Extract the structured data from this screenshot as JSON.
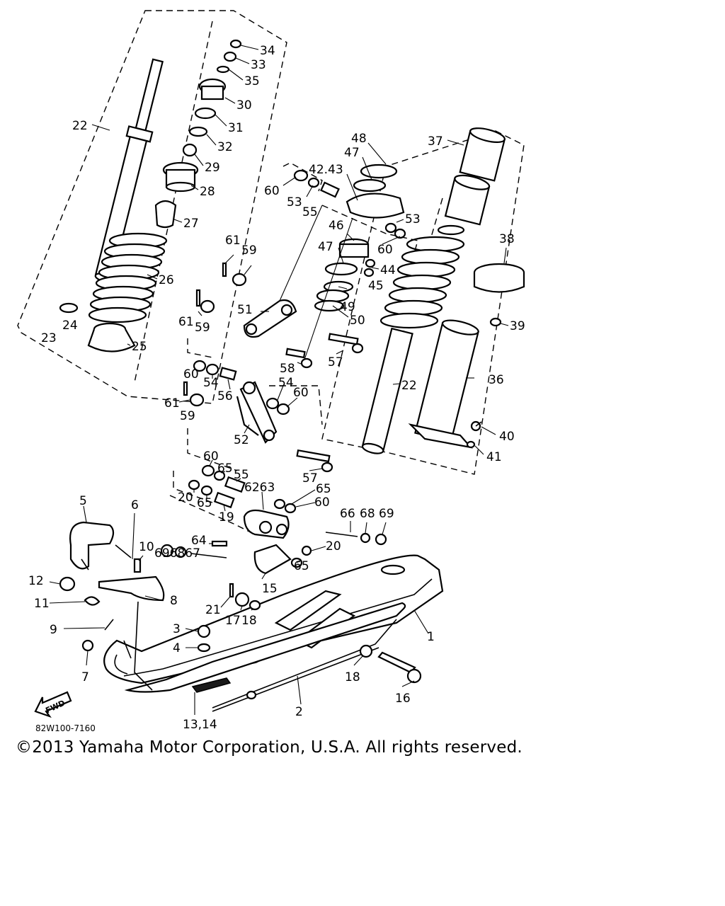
{
  "diagram": {
    "drawing_code": "82W100-7160",
    "copyright": "©2013 Yamaha Motor Corporation, U.S.A. All rights reserved.",
    "fwd_label": "FWD",
    "callouts": [
      {
        "id": "c34",
        "text": "34"
      },
      {
        "id": "c33",
        "text": "33"
      },
      {
        "id": "c35",
        "text": "35"
      },
      {
        "id": "c30",
        "text": "30"
      },
      {
        "id": "c31",
        "text": "31"
      },
      {
        "id": "c32",
        "text": "32"
      },
      {
        "id": "c29",
        "text": "29"
      },
      {
        "id": "c28",
        "text": "28"
      },
      {
        "id": "c27",
        "text": "27"
      },
      {
        "id": "c26",
        "text": "26"
      },
      {
        "id": "c25",
        "text": "25"
      },
      {
        "id": "c24",
        "text": "24"
      },
      {
        "id": "c23",
        "text": "23"
      },
      {
        "id": "c22a",
        "text": "22"
      },
      {
        "id": "c48",
        "text": "48"
      },
      {
        "id": "c47a",
        "text": "47"
      },
      {
        "id": "c4243",
        "text": "42.43"
      },
      {
        "id": "c60a",
        "text": "60"
      },
      {
        "id": "c53a",
        "text": "53"
      },
      {
        "id": "c55a",
        "text": "55"
      },
      {
        "id": "c53b",
        "text": "53"
      },
      {
        "id": "c60b",
        "text": "60"
      },
      {
        "id": "c46",
        "text": "46"
      },
      {
        "id": "c47b",
        "text": "47"
      },
      {
        "id": "c44",
        "text": "44"
      },
      {
        "id": "c45",
        "text": "45"
      },
      {
        "id": "c49",
        "text": "49"
      },
      {
        "id": "c50",
        "text": "50"
      },
      {
        "id": "c37",
        "text": "37"
      },
      {
        "id": "c38",
        "text": "38"
      },
      {
        "id": "c39",
        "text": "39"
      },
      {
        "id": "c36",
        "text": "36"
      },
      {
        "id": "c22b",
        "text": "22"
      },
      {
        "id": "c40",
        "text": "40"
      },
      {
        "id": "c41",
        "text": "41"
      },
      {
        "id": "c61a",
        "text": "61"
      },
      {
        "id": "c59a",
        "text": "59"
      },
      {
        "id": "c51",
        "text": "51"
      },
      {
        "id": "c61b",
        "text": "61"
      },
      {
        "id": "c59b",
        "text": "59"
      },
      {
        "id": "c57a",
        "text": "57"
      },
      {
        "id": "c58",
        "text": "58"
      },
      {
        "id": "c60c",
        "text": "60"
      },
      {
        "id": "c54a",
        "text": "54"
      },
      {
        "id": "c56",
        "text": "56"
      },
      {
        "id": "c54b",
        "text": "54"
      },
      {
        "id": "c60d",
        "text": "60"
      },
      {
        "id": "c61c",
        "text": "61"
      },
      {
        "id": "c59c",
        "text": "59"
      },
      {
        "id": "c52",
        "text": "52"
      },
      {
        "id": "c57b",
        "text": "57"
      },
      {
        "id": "c60e",
        "text": "60"
      },
      {
        "id": "c65a",
        "text": "65"
      },
      {
        "id": "c55b",
        "text": "55"
      },
      {
        "id": "c6263",
        "text": "6263"
      },
      {
        "id": "c65b",
        "text": "65"
      },
      {
        "id": "c20a",
        "text": "20"
      },
      {
        "id": "c65c",
        "text": "65"
      },
      {
        "id": "c60f",
        "text": "60"
      },
      {
        "id": "c19",
        "text": "19"
      },
      {
        "id": "c66",
        "text": "66"
      },
      {
        "id": "c68",
        "text": "68"
      },
      {
        "id": "c69a",
        "text": "69"
      },
      {
        "id": "c5",
        "text": "5"
      },
      {
        "id": "c6",
        "text": "6"
      },
      {
        "id": "c10",
        "text": "10"
      },
      {
        "id": "c64",
        "text": "64"
      },
      {
        "id": "c20b",
        "text": "20"
      },
      {
        "id": "c696867",
        "text": "696867"
      },
      {
        "id": "c65d",
        "text": "65"
      },
      {
        "id": "c12",
        "text": "12"
      },
      {
        "id": "c11",
        "text": "11"
      },
      {
        "id": "c8",
        "text": "8"
      },
      {
        "id": "c15",
        "text": "15"
      },
      {
        "id": "c21",
        "text": "21"
      },
      {
        "id": "c17",
        "text": "17"
      },
      {
        "id": "c18a",
        "text": "18"
      },
      {
        "id": "c1",
        "text": "1"
      },
      {
        "id": "c9",
        "text": "9"
      },
      {
        "id": "c3",
        "text": "3"
      },
      {
        "id": "c4",
        "text": "4"
      },
      {
        "id": "c7",
        "text": "7"
      },
      {
        "id": "c18b",
        "text": "18"
      },
      {
        "id": "c16",
        "text": "16"
      },
      {
        "id": "c2",
        "text": "2"
      },
      {
        "id": "c1314",
        "text": "13,14"
      }
    ]
  }
}
